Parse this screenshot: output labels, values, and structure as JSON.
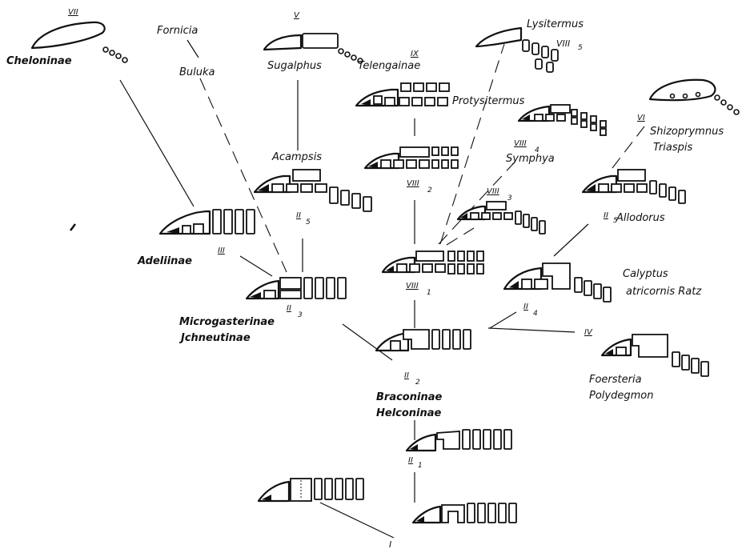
{
  "taxa": {
    "cheloninae": "Cheloninae",
    "fornicia": "Fornicia",
    "buluka": "Buluka",
    "sugalphus": "Sugalphus",
    "telengainae": "Telengainae",
    "lysitermus": "Lysitermus",
    "protysitermus": "Protysitermus",
    "shizoprymnus": "Shizoprymnus",
    "triaspis": "Triaspis",
    "acampsis": "Acampsis",
    "symphya": "Symphya",
    "allodorus": "Allodorus",
    "adeliinae": "Adeliinae",
    "calyptus": "Calyptus",
    "atricornis": "atricornis Ratz",
    "microgasterinae": "Microgasterinae",
    "ichneutinae": "Jchneutinae",
    "braconinae": "Braconinae",
    "helconinae": "Helconinae",
    "foersteria": "Foersteria",
    "polydegmon": "Polydegmon"
  },
  "numerals": {
    "vii": "VII",
    "v": "V",
    "ix": "IX",
    "viii5": "VIII",
    "viii5_sub": "5",
    "vi": "VI",
    "viii4": "VIII",
    "viii4_sub": "4",
    "viii2": "VIII",
    "viii2_sub": "2",
    "viii3": "VIII",
    "viii3_sub": "3",
    "ii5": "II",
    "ii5_sub": "5",
    "ii5r": "II",
    "ii5r_sub": "5",
    "iii": "III",
    "viii1": "VIII",
    "viii1_sub": "1",
    "ii3": "II",
    "ii3_sub": "3",
    "ii4": "II",
    "ii4_sub": "4",
    "iv": "IV",
    "ii2": "II",
    "ii2_sub": "2",
    "ii1": "II",
    "ii1_sub": "1",
    "i": "I"
  }
}
